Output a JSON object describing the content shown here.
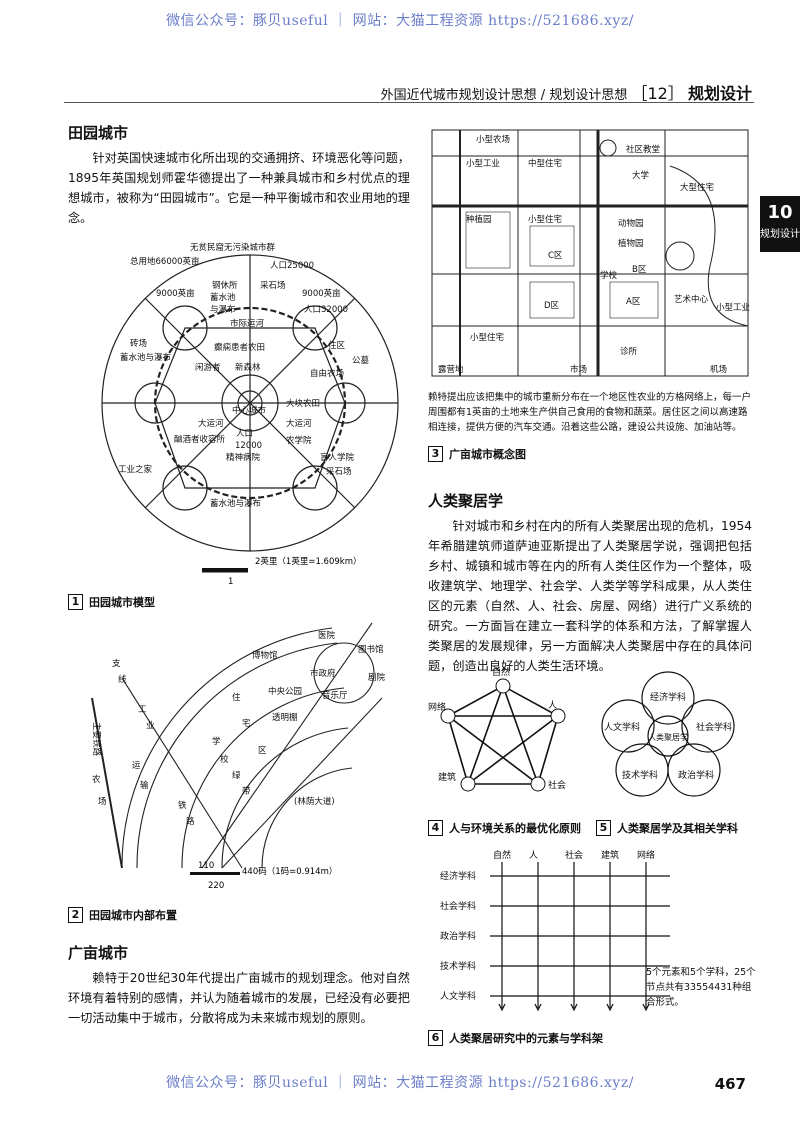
{
  "watermark_top": "微信公众号：豚贝useful ｜ 网站：大猫工程资源 https://521686.xyz/",
  "watermark_bottom": "微信公众号：豚贝useful ｜ 网站：大猫工程资源 https://521686.xyz/",
  "header": {
    "path": "外国近代城市规划设计思想 / 规划设计思想",
    "num": "［12］",
    "section": "规划设计"
  },
  "side_tab": {
    "number": "10",
    "label": "规划设计"
  },
  "garden_city": {
    "title": "田园城市",
    "para": "针对英国快速城市化所出现的交通拥挤、环境恶化等问题，1895年英国规划师霍华德提出了一种兼具城市和乡村优点的理想城市，被称为“田园城市”。它是一种平衡城市和农业用地的理念。"
  },
  "fig1": {
    "caption_num": "1",
    "caption": "田园城市模型",
    "labels": {
      "top1": "无贫民窟无污染城市群",
      "top2": "总用地66000英亩",
      "top3": "人口25000",
      "a": "9000英亩",
      "b": "9000英亩",
      "c": "人口32000",
      "d": "钢休所",
      "e": "采石场",
      "f": "蓄水池",
      "g": "与瀑布",
      "h": "市际运河",
      "i": "癫痫患者农田",
      "j": "新森林",
      "k": "闲游者",
      "l": "住区",
      "m": "公墓",
      "n": "砖场",
      "o": "蓄水池与瀑布",
      "p": "大运河",
      "q": "大块农田",
      "r": "中心城市",
      "s": "人口",
      "t": "12000",
      "u": "精神病院",
      "v": "工业之家",
      "w": "盲人学院",
      "x": "采石场",
      "y": "酗酒者收容所",
      "z": "农学院",
      "aa": "自由农场",
      "ab": "大运河"
    },
    "scale": "2英里（1英里=1.609km）",
    "scale_tick": "1"
  },
  "fig2": {
    "caption_num": "2",
    "caption": "田园城市内部布置",
    "labels": {
      "museum": "博物馆",
      "hospital": "医院",
      "library": "图书馆",
      "city_hall": "市政府",
      "theatre": "剧院",
      "central_park": "中央公园",
      "concert": "音乐厅",
      "glass": "透明棚",
      "avenue": "(林荫大道)",
      "zhu": "住",
      "zhai": "宅",
      "qu": "区",
      "xue": "学",
      "xiao": "校",
      "lv": "绿",
      "dai": "带",
      "zhi": "支",
      "xian": "线",
      "gong": "工",
      "ye": "业",
      "main_rail": "主要铁路",
      "nong": "农",
      "chang": "场",
      "yun": "运",
      "shu": "输",
      "tie": "铁",
      "lu": "路"
    },
    "scale_a": "110",
    "scale_b": "440码（1码=0.914m）",
    "scale_c": "220"
  },
  "broadacre": {
    "title": "广亩城市",
    "para": "赖特于20世纪30年代提出广亩城市的规划理念。他对自然环境有着特别的感情，并认为随着城市的发展，已经没有必要把一切活动集中于城市，分散将成为未来城市规划的原则。"
  },
  "fig3": {
    "caption_num": "3",
    "caption": "广亩城市概念图",
    "labels": {
      "small_farm": "小型农场",
      "small_ind": "小型工业",
      "mid_house": "中型住宅",
      "church": "社区教堂",
      "univ": "大学",
      "big_house": "大型住宅",
      "orchard": "种植园",
      "small_house": "小型住宅",
      "zoo": "动物园",
      "botanic": "植物园",
      "c": "C区",
      "school": "学校",
      "b": "B区",
      "d": "D区",
      "a": "A区",
      "art": "艺术中心",
      "small_ind2": "小型工业",
      "small_house2": "小型住宅",
      "clinic": "诊所",
      "camp": "露营地",
      "market": "市场",
      "airport": "机场"
    },
    "note": "赖特提出应该把集中的城市重新分布在一个地区性农业的方格网络上，每一户周围都有1英亩的土地来生产供自己食用的食物和蔬菜。居住区之间以高速路相连接，提供方便的汽车交通。沿着这些公路，建设公共设施、加油站等。"
  },
  "ekistics": {
    "title": "人类聚居学",
    "para": "针对城市和乡村在内的所有人类聚居出现的危机，1954年希腊建筑师道萨迪亚斯提出了人类聚居学说，强调把包括乡村、城镇和城市等在内的所有人类住区作为一个整体，吸收建筑学、地理学、社会学、人类学等学科成果，从人类住区的元素（自然、人、社会、房屋、网络）进行广义系统的研究。一方面旨在建立一套科学的体系和方法，了解掌握人类聚居的发展规律，另一方面解决人类聚居中存在的具体问题，创造出良好的人类生活环境。"
  },
  "fig4": {
    "caption_num": "4",
    "caption": "人与环境关系的最优化原则",
    "nodes": [
      "自然",
      "人",
      "社会",
      "建筑",
      "网络"
    ]
  },
  "fig5": {
    "caption_num": "5",
    "caption": "人类聚居学及其相关学科",
    "circles": [
      "经济学科",
      "社会学科",
      "政治学科",
      "技术学科",
      "人文学科"
    ],
    "center": "人类聚居学"
  },
  "fig6": {
    "caption_num": "6",
    "caption": "人类聚居研究中的元素与学科架",
    "columns": [
      "自然",
      "人",
      "社会",
      "建筑",
      "网络"
    ],
    "rows": [
      "经济学科",
      "社会学科",
      "政治学科",
      "技术学科",
      "人文学科"
    ],
    "note": "5个元素和5个学科，25个节点共有33554431种组合形式。"
  },
  "page_number": "467"
}
